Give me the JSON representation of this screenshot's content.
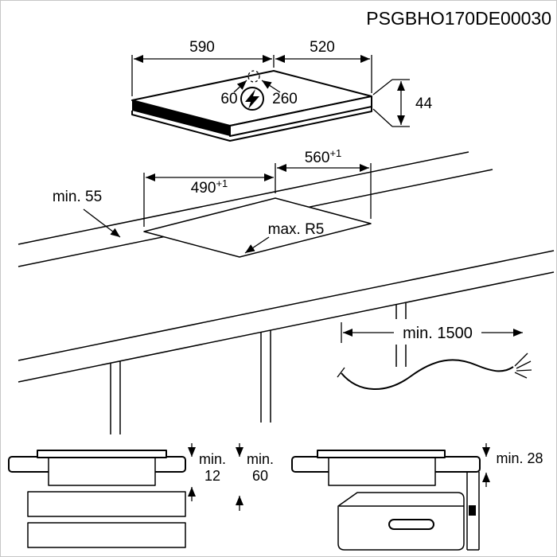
{
  "title": "PSGBHO170DE00030",
  "top_view": {
    "width": "590",
    "depth": "520",
    "cord_offset_left": "60",
    "cord_offset_right": "260",
    "height": "44"
  },
  "cutout_view": {
    "width": "490",
    "width_tolerance": "+1",
    "depth": "560",
    "depth_tolerance": "+1",
    "min_edge_distance": "min. 55",
    "max_corner_radius": "max. R5"
  },
  "cable_view": {
    "min_length": "min. 1500"
  },
  "section_drawers": {
    "clearance_top_label": "min.",
    "clearance_top_value": "12",
    "clearance_bottom_label": "min.",
    "clearance_bottom_value": "60"
  },
  "section_oven": {
    "clearance_label": "min. 28"
  }
}
